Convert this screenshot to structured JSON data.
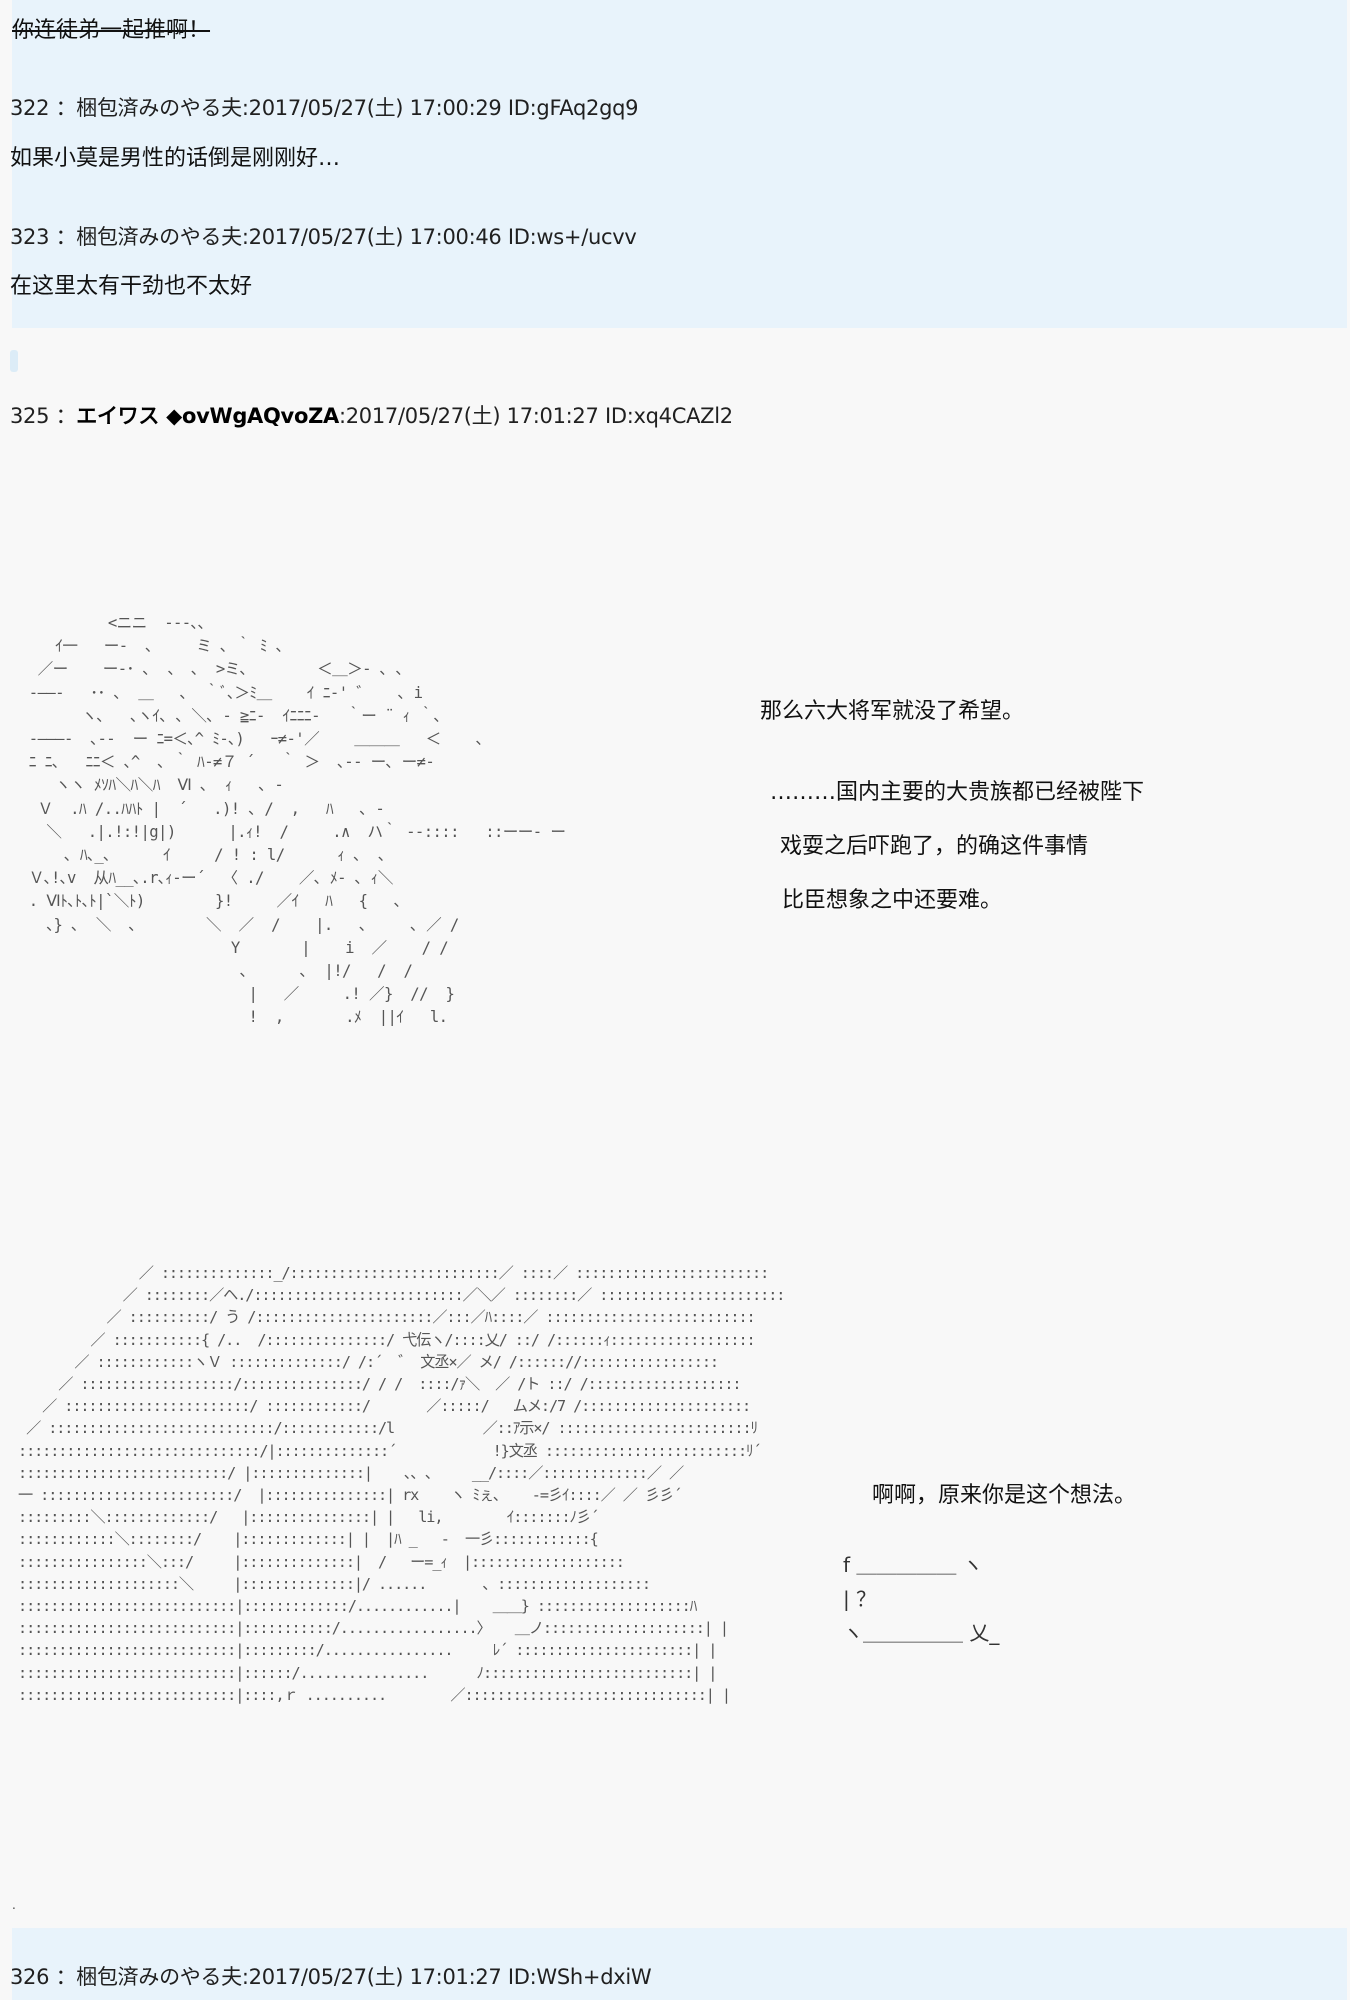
{
  "posts": [
    {
      "body": [
        "你连徒弟一起推啊！"
      ],
      "strikethrough": true
    },
    {
      "number": "322",
      "separator": "：",
      "name": "梱包済みのやる夫",
      "date": ":2017/05/27(土) 17:00:29",
      "id": "ID:gFAq2gq9",
      "body": [
        "如果小莫是男性的话倒是刚刚好…"
      ]
    },
    {
      "number": "323",
      "separator": "：",
      "name": "梱包済みのやる夫",
      "date": ":2017/05/27(土) 17:00:46",
      "id": "ID:ws+/ucvv",
      "body": [
        "在这里太有干劲也不太好"
      ]
    },
    {
      "number": "325",
      "separator": "：",
      "name": "エイワス ◆ovWgAQvoZA",
      "date": ":2017/05/27(土) 17:01:27",
      "id": "ID:xq4CAZl2",
      "dialogue_1": [
        "那么六大将军就没了希望。",
        "………国内主要的大贵族都已经被陛下",
        "戏耍之后吓跑了，的确这件事情",
        "比臣想象之中还要难。"
      ],
      "dialogue_2": [
        "啊啊，原来你是这个想法。"
      ],
      "speech_bubble": {
        "top": "f ＿＿＿＿＿ ヽ",
        "middle": "|     ？",
        "bottom": "ヽ＿＿＿＿＿ 乂_"
      }
    },
    {
      "number": "326",
      "separator": "：",
      "name": "梱包済みのやる夫",
      "date": ":2017/05/27(土) 17:01:27",
      "id": "ID:WSh+dxiW"
    }
  ],
  "colors": {
    "quoted_post_background": "#e8f3fb",
    "page_background": "#f8f8f8",
    "ascii_art": "#555555"
  }
}
